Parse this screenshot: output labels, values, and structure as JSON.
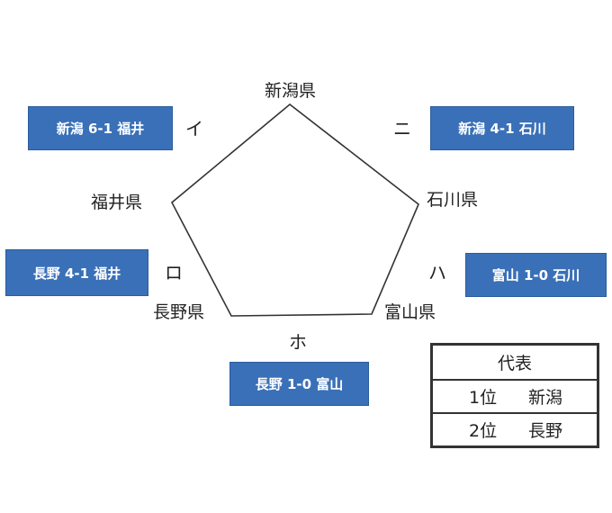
{
  "prefectures": {
    "niigata": "新潟県",
    "ishikawa": "石川県",
    "toyama": "富山県",
    "nagano": "長野県",
    "fukui": "福井県"
  },
  "edge_labels": {
    "i": "イ",
    "ro": "ロ",
    "ha": "ハ",
    "ni": "ニ",
    "ho": "ホ"
  },
  "matches": [
    {
      "text": "新潟 6-1 福井"
    },
    {
      "text": "新潟 4-1 石川"
    },
    {
      "text": "長野 4-1 福井"
    },
    {
      "text": "富山 1-0 石川"
    },
    {
      "text": "長野 1-0 富山"
    }
  ],
  "representatives": {
    "header": "代表",
    "entries": [
      {
        "rank": "1位",
        "team": "新潟"
      },
      {
        "rank": "2位",
        "team": "長野"
      }
    ]
  },
  "colors": {
    "match_box": "#3a70b8",
    "match_text": "#ffffff",
    "line": "#333333"
  }
}
